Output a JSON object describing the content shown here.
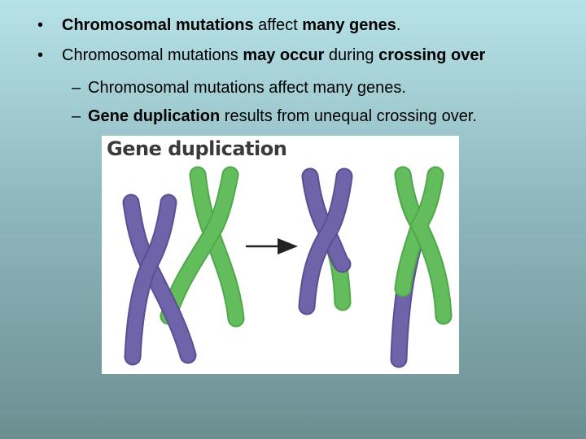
{
  "bullets": [
    {
      "p1": "Chromosomal mutations",
      "p2": " affect ",
      "p3": "many genes",
      "p4": "."
    },
    {
      "p1": "Chromosomal mutations ",
      "p2": "may occur",
      "p3": " during ",
      "p4": "crossing over"
    }
  ],
  "subbullets": [
    {
      "p1": "Chromosomal mutations affect many genes."
    },
    {
      "p1": "Gene duplication",
      "p2": " results from unequal crossing over."
    }
  ],
  "markers": {
    "bullet": "•",
    "dash": "–"
  },
  "figure": {
    "title": "Gene duplication"
  },
  "colors": {
    "purple_chromosome": "#6f63aa",
    "green_chromosome": "#63bd5d",
    "arrow": "#222222"
  },
  "icons": {
    "arrow": "right-arrow-icon"
  }
}
